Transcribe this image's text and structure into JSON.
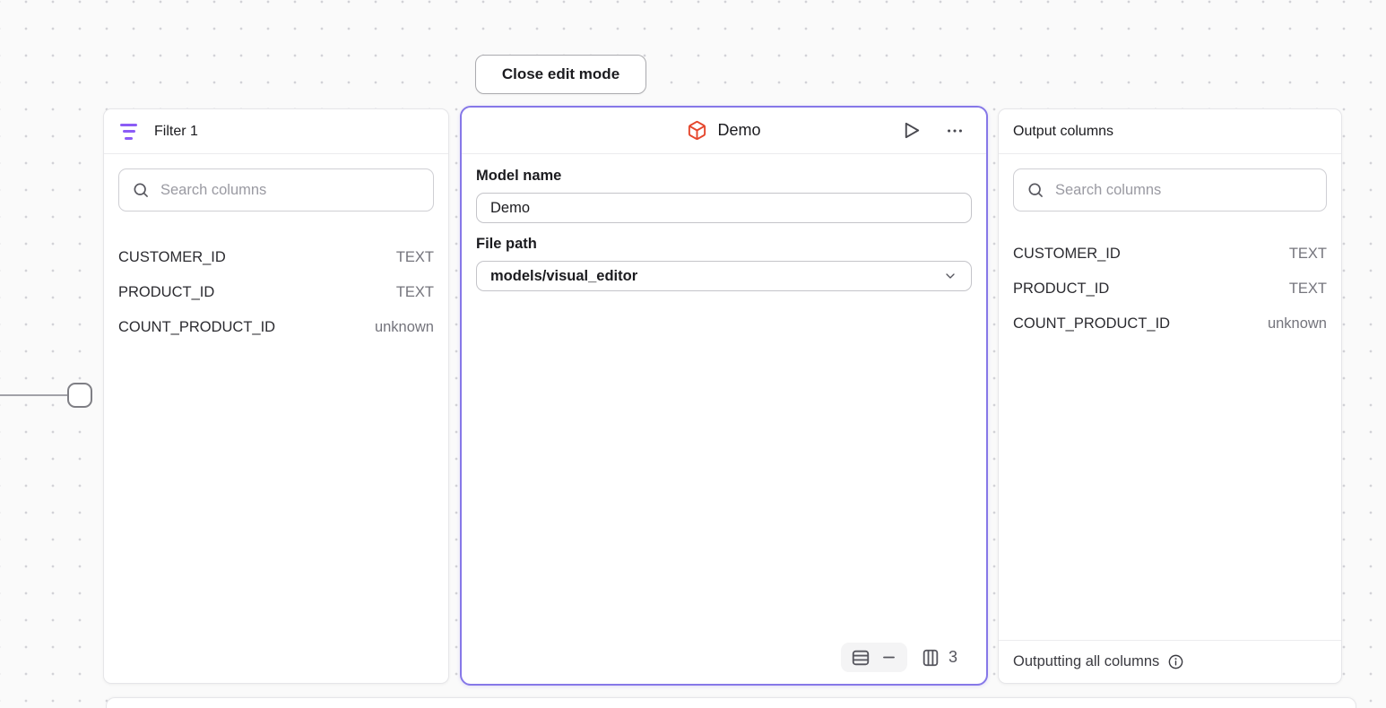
{
  "toolbar": {
    "close_edit_label": "Close edit mode"
  },
  "filter_panel": {
    "title": "Filter 1",
    "search_placeholder": "Search columns",
    "columns": [
      {
        "name": "CUSTOMER_ID",
        "type": "TEXT"
      },
      {
        "name": "PRODUCT_ID",
        "type": "TEXT"
      },
      {
        "name": "COUNT_PRODUCT_ID",
        "type": "unknown"
      }
    ]
  },
  "model_panel": {
    "title": "Demo",
    "model_name_label": "Model name",
    "model_name_value": "Demo",
    "file_path_label": "File path",
    "file_path_value": "models/visual_editor",
    "footer": {
      "rows_value": "",
      "columns_count": "3"
    }
  },
  "output_panel": {
    "title": "Output columns",
    "search_placeholder": "Search columns",
    "columns": [
      {
        "name": "CUSTOMER_ID",
        "type": "TEXT"
      },
      {
        "name": "PRODUCT_ID",
        "type": "TEXT"
      },
      {
        "name": "COUNT_PRODUCT_ID",
        "type": "unknown"
      }
    ],
    "footer_text": "Outputting all columns"
  },
  "colors": {
    "selected_node_border": "#8678e8",
    "filter_icon": "#8b5cf6",
    "model_icon": "#e5472d",
    "canvas_background": "#fafafa"
  }
}
